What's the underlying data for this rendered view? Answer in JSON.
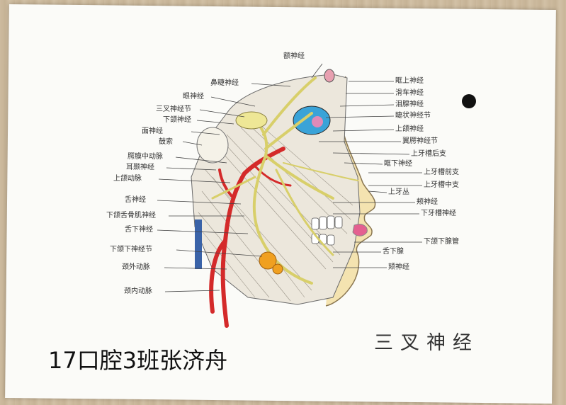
{
  "title": "三叉神经",
  "caption": "17口腔3班张济舟",
  "labels_left": [
    {
      "id": "e-shen-jing",
      "text": "额神经"
    },
    {
      "id": "bi-jie-shen-jing",
      "text": "鼻睫神经"
    },
    {
      "id": "yan-shen-jing",
      "text": "眼神经"
    },
    {
      "id": "san-cha-shen-jing-jie",
      "text": "三叉神经节"
    },
    {
      "id": "xia-he-shen-jing",
      "text": "下颌神经"
    },
    {
      "id": "mian-shen-jing",
      "text": "面神经"
    },
    {
      "id": "gu-suo",
      "text": "鼓索"
    },
    {
      "id": "yao-ji-zhong-dong-mai",
      "text": "腭膜中动脉"
    },
    {
      "id": "er-nie-shen-jing",
      "text": "耳颞神经"
    },
    {
      "id": "shang-he-dong-mai",
      "text": "上颌动脉"
    },
    {
      "id": "she-shen-jing",
      "text": "舌神经"
    },
    {
      "id": "xia-he-she-gu-ji-shen-jing",
      "text": "下颌舌骨肌神经"
    },
    {
      "id": "she-xia-shen-jing",
      "text": "舌下神经"
    },
    {
      "id": "xia-he-xia-shen-jing-jie",
      "text": "下颌下神经节"
    },
    {
      "id": "jing-wai-dong-mai",
      "text": "颈外动脉"
    },
    {
      "id": "jing-nei-dong-mai",
      "text": "颈内动脉"
    }
  ],
  "labels_right": [
    {
      "id": "kuang-shang-shen-jing",
      "text": "眶上神经"
    },
    {
      "id": "hua-che-shen-jing",
      "text": "滑车神经"
    },
    {
      "id": "lei-xian-shen-jing",
      "text": "泪腺神经"
    },
    {
      "id": "jie-zhuang-shen-jing-jie",
      "text": "睫状神经节"
    },
    {
      "id": "shang-he-shen-jing",
      "text": "上颌神经"
    },
    {
      "id": "yi-e-shen-jing-jie",
      "text": "翼腭神经节"
    },
    {
      "id": "shang-ya-cao-hou-zhi",
      "text": "上牙槽后支"
    },
    {
      "id": "kuang-xia-shen-jing",
      "text": "眶下神经"
    },
    {
      "id": "shang-ya-cao-qian-zhi",
      "text": "上牙槽前支"
    },
    {
      "id": "shang-ya-cao-zhong-zhi",
      "text": "上牙槽中支"
    },
    {
      "id": "shang-ya-cong",
      "text": "上牙丛"
    },
    {
      "id": "jia-shen-jing",
      "text": "颊神经"
    },
    {
      "id": "xia-ya-cao-shen-jing",
      "text": "下牙槽神经"
    },
    {
      "id": "xia-he-xia-xian",
      "text": "下颌下腺管"
    },
    {
      "id": "she-xia-xian",
      "text": "舌下腺"
    },
    {
      "id": "ke-shen-jing",
      "text": "颏神经"
    }
  ],
  "colors": {
    "nerve": "#e8e08a",
    "artery": "#d42a2a",
    "eye": "#3aa3d8",
    "ganglion": "#f0a020",
    "vein": "#3a63a8"
  }
}
